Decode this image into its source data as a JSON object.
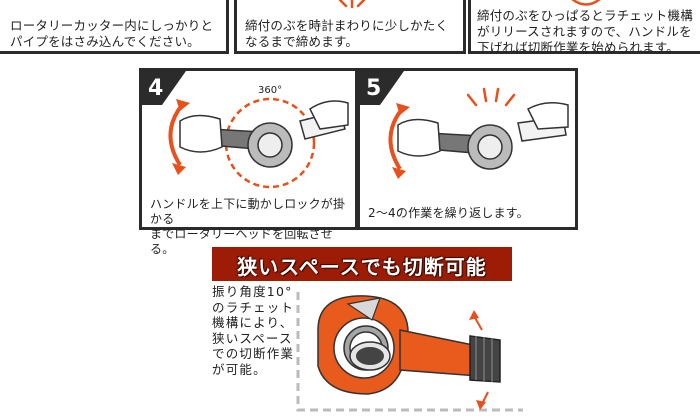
{
  "steps": {
    "step1_text": "ロータリーカッター内にしっかりと\nパイプをはさみ込んでください。",
    "step2_text": "締付のぶを時計まわりに少しかたく\nなるまで締めます。",
    "step3_text": "締付のぶをひっぱるとラチェット機構\nがリリースされますので、ハンドルを\n下げれば切断作業を始められます。",
    "step4": {
      "number": "4",
      "rotation_label": "360°",
      "text": "ハンドルを上下に動かしロックが掛かる\nまでロータリーヘッドを回転させる。"
    },
    "step5": {
      "number": "5",
      "text": "2〜4の作業を繰り返します。"
    }
  },
  "feature": {
    "banner_title": "狭いスペースでも切断可能",
    "description": "振り角度10°\nのラチェット\n機構により、\n狭いスペース\nでの切断作業\nが可能。"
  },
  "colors": {
    "accent_orange": "#e8501c",
    "banner_red": "#9c1c05",
    "panel_border": "#2b2b2b",
    "tool_orange": "#e95a1d"
  },
  "icons": [
    "hand-icon",
    "pipe-cutter-icon",
    "rotation-arrow-icon",
    "burst-lines-icon"
  ]
}
